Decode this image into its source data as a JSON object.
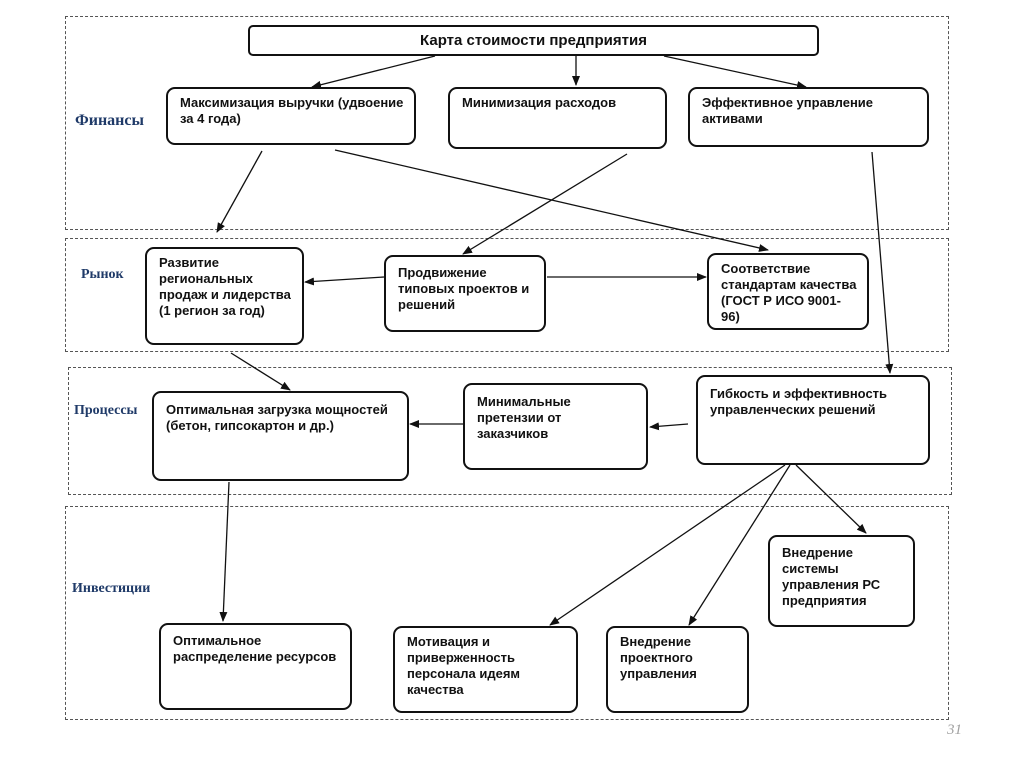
{
  "title": "Карта стоимости предприятия",
  "bands": {
    "finance": "Финансы",
    "market": "Рынок",
    "processes": "Процессы",
    "investments": "Инвестиции"
  },
  "boxes": {
    "revenue": "Максимизация выручки (удвоение за 4 года)",
    "costs": "Минимизация расходов",
    "assets": "Эффективное управление активами",
    "regional": "Развитие региональных продаж и лидерства (1 регион за год)",
    "promotion": "Продвижение типовых проектов и решений",
    "standards": "Соответствие стандартам качества (ГОСТ Р ИСО 9001-96)",
    "capacity": "Оптимальная загрузка мощностей (бетон, гипсокартон и др.)",
    "claims": "Минимальные претензии от заказчиков",
    "flexibility": "Гибкость и эффективность управленческих решений",
    "pc_system": "Внедрение системы управления РС предприятия",
    "resources": "Оптимальное распределение ресурсов",
    "motivation": "Мотивация и приверженность персонала идеям качества",
    "project_mgmt": "Внедрение проектного управления"
  },
  "page_number": "31"
}
